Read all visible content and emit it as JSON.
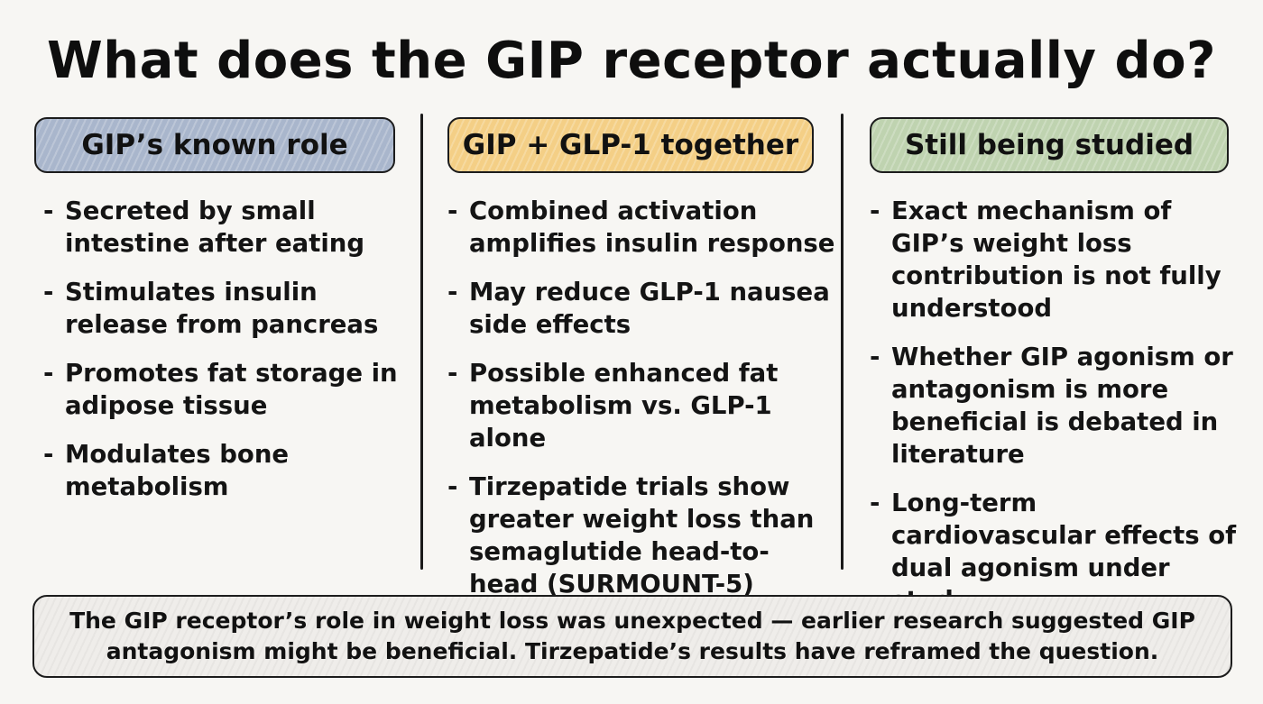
{
  "title": "What does the GIP receptor actually do?",
  "columns": [
    {
      "header": "GIP’s known role",
      "color": "#a9b6cc",
      "items": [
        "Secreted by small intestine after eating",
        "Stimulates insulin release from pancreas",
        "Promotes fat storage in adipose tissue",
        "Modulates bone metabolism"
      ]
    },
    {
      "header": "GIP + GLP-1 together",
      "color": "#f4cf86",
      "items": [
        "Combined activation amplifies insulin response",
        "May reduce GLP-1 nausea side effects",
        "Possible enhanced fat metabolism vs. GLP-1 alone",
        "Tirzepatide trials show greater weight loss than semaglutide head-to-head (SURMOUNT-5)"
      ]
    },
    {
      "header": "Still being studied",
      "color": "#bfd3b0",
      "items": [
        "Exact mechanism of GIP’s weight loss contribution is not fully understood",
        "Whether GIP agonism or antagonism is more beneficial is debated in literature",
        "Long-term cardiovascular effects of dual agonism under study"
      ]
    }
  ],
  "footer": {
    "line1": "The GIP receptor’s role in weight loss was unexpected — earlier research suggested GIP",
    "line2": "antagonism might be beneficial. Tirzepatide’s results have reframed the question."
  },
  "bullet": "-"
}
